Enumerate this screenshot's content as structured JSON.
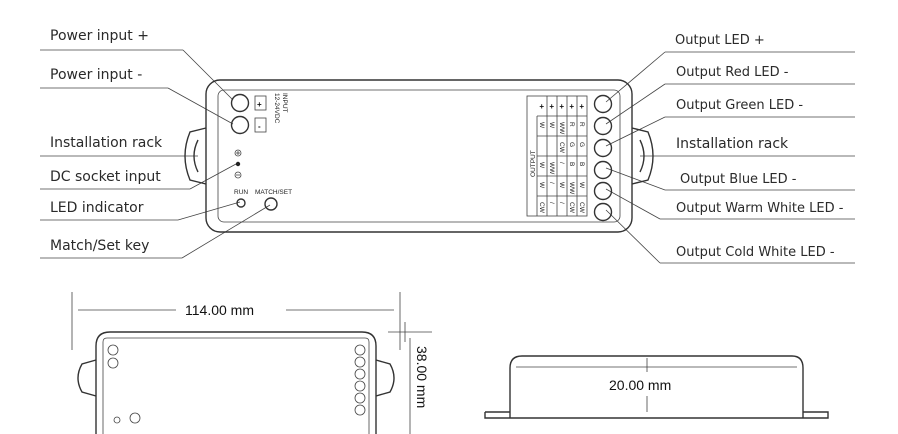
{
  "labels_left": [
    "Power input +",
    "Power input -",
    "Installation rack",
    "DC socket input",
    "LED indicator",
    "Match/Set key"
  ],
  "labels_right": [
    "Output LED +",
    "Output Red LED -",
    "Output Green LED -",
    "Installation rack",
    "Output Blue LED -",
    "Output Warm White LED -",
    "Output Cold White LED -"
  ],
  "device": {
    "input_title": "INPUT",
    "input_voltage": "12-24VDC",
    "plus": "+",
    "minus": "-",
    "run": "RUN",
    "match_set": "MATCH/SET",
    "output_title": "OUTPUT",
    "table": [
      [
        "+",
        "+",
        "+",
        "+",
        "+"
      ],
      [
        "W",
        "W",
        "WW",
        "R",
        "R"
      ],
      [
        "",
        "",
        "CW",
        "G",
        "G"
      ],
      [
        "W",
        "WW",
        "/",
        "B",
        "B"
      ],
      [
        "W",
        "/",
        "W",
        "WW",
        "W"
      ],
      [
        "CW",
        "/",
        "/",
        "CW",
        "CW"
      ]
    ]
  },
  "dimensions": {
    "length": "114.00 mm",
    "width": "38.00 mm",
    "height": "20.00 mm"
  }
}
